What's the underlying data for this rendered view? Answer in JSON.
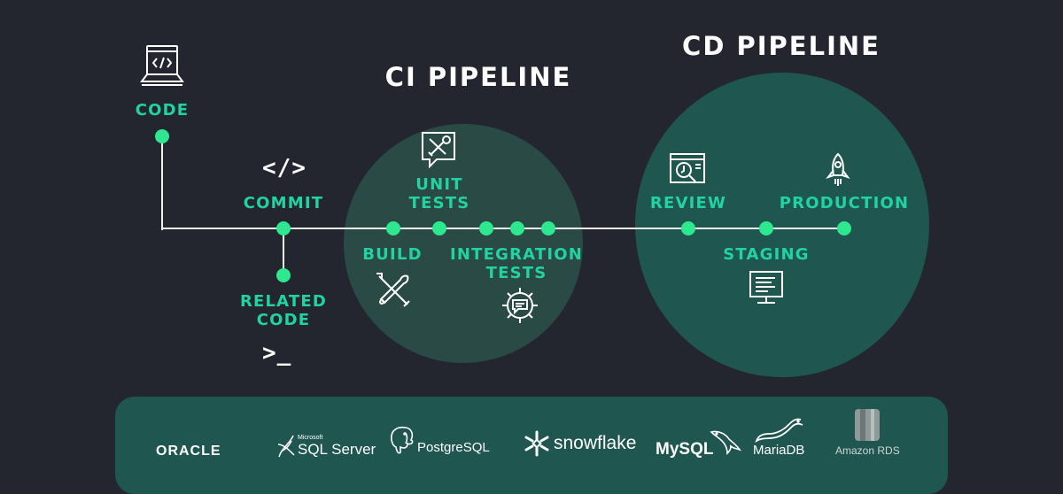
{
  "titles": {
    "ci": "CI PIPELINE",
    "cd": "CD PIPELINE"
  },
  "labels": {
    "code": "CODE",
    "commit": "COMMIT",
    "related_code_1": "RELATED",
    "related_code_2": "CODE",
    "unit_tests_1": "UNIT",
    "unit_tests_2": "TESTS",
    "build": "BUILD",
    "integration_tests_1": "INTEGRATION",
    "integration_tests_2": "TESTS",
    "review": "REVIEW",
    "staging": "STAGING",
    "production": "PRODUCTION"
  },
  "glyphs": {
    "commit_code": "</>",
    "terminal": ">_"
  },
  "databases": {
    "oracle": "ORACLE",
    "sqlserver_small": "Microsoft",
    "sqlserver": "SQL Server",
    "postgresql": "PostgreSQL",
    "snowflake": "snowflake",
    "mysql": "MySQL",
    "mariadb": "MariaDB",
    "amazon_rds": "Amazon RDS"
  },
  "colors": {
    "background": "#23262f",
    "ci_circle": "#2a4a45",
    "cd_circle": "#1f5650",
    "accent_green": "#21d3a1",
    "dot_green": "#2ee88f",
    "line": "#f0f0f0",
    "db_bar": "#1f5650"
  },
  "icons": [
    "laptop-code-icon",
    "code-brackets-icon",
    "tools-chat-icon",
    "wrench-screwdriver-icon",
    "gear-chat-icon",
    "terminal-icon",
    "review-monitor-icon",
    "rocket-icon",
    "staging-monitor-icon"
  ]
}
